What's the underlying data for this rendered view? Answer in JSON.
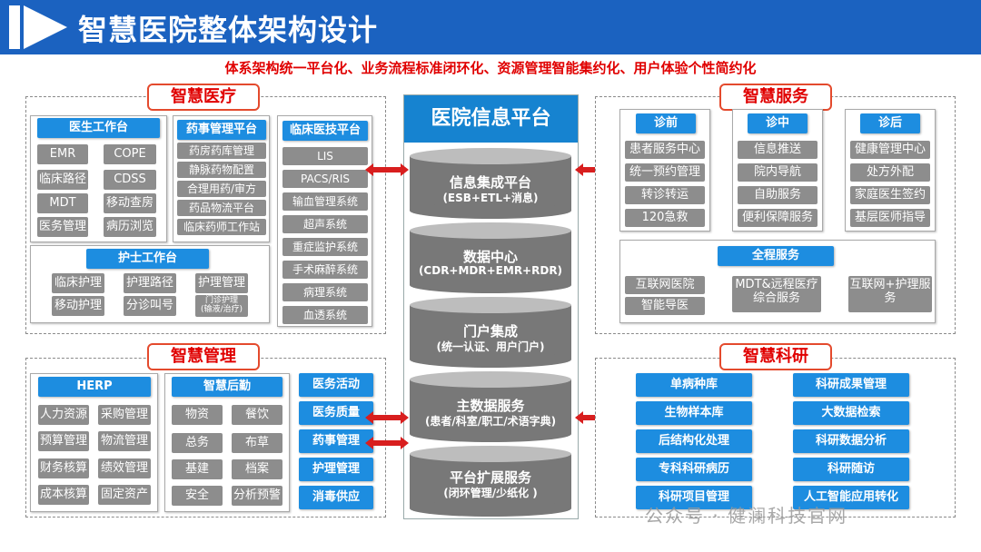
{
  "title": "智慧医院整体架构设计",
  "subtitle": "体系架构统一平台化、业务流程标准闭环化、资源管理智能集约化、用户体验个性简约化",
  "regions": {
    "medical": "智慧医疗",
    "service": "智慧服务",
    "management": "智慧管理",
    "research": "智慧科研"
  },
  "doctor": {
    "title": "医生工作台",
    "items": [
      "EMR",
      "COPE",
      "临床路径",
      "CDSS",
      "MDT",
      "移动查房",
      "医务管理",
      "病历浏览"
    ]
  },
  "pharmacy": {
    "title": "药事管理平台",
    "items": [
      "药房药库管理",
      "静脉药物配置",
      "合理用药/审方",
      "药品物流平台",
      "临床药师工作站"
    ]
  },
  "clinical": {
    "title": "临床医技平台",
    "items": [
      "LIS",
      "PACS/RIS",
      "输血管理系统",
      "超声系统",
      "重症监护系统",
      "手术麻醉系统",
      "病理系统",
      "血透系统"
    ]
  },
  "nurse": {
    "title": "护士工作台",
    "items": [
      "临床护理",
      "护理路径",
      "护理管理",
      "移动护理",
      "分诊叫号",
      "门诊护理\n(输液/治疗)"
    ]
  },
  "platform": {
    "title": "医院信息平台",
    "layers": [
      {
        "name": "信息集成平台",
        "sub": "(ESB+ETL+消息)"
      },
      {
        "name": "数据中心",
        "sub": "(CDR+MDR+EMR+RDR)"
      },
      {
        "name": "门户集成",
        "sub": "(统一认证、用户门户)"
      },
      {
        "name": "主数据服务",
        "sub": "(患者/科室/职工/术语字典)"
      },
      {
        "name": "平台扩展服务",
        "sub": "(闭环管理/少纸化 )"
      }
    ]
  },
  "service": {
    "pre": {
      "title": "诊前",
      "items": [
        "患者服务中心",
        "统一预约管理",
        "转诊转运",
        "120急救"
      ]
    },
    "mid": {
      "title": "诊中",
      "items": [
        "信息推送",
        "院内导航",
        "自助服务",
        "便利保障服务"
      ]
    },
    "post": {
      "title": "诊后",
      "items": [
        "健康管理中心",
        "处方外配",
        "家庭医生签约",
        "基层医师指导"
      ]
    },
    "full": {
      "title": "全程服务",
      "items": [
        "互联网医院",
        "智能导医",
        "MDT&远程医疗\n综合服务",
        "互联网+护理服\n务"
      ]
    }
  },
  "herp": {
    "title": "HERP",
    "items": [
      "人力资源",
      "采购管理",
      "预算管理",
      "物流管理",
      "财务核算",
      "绩效管理",
      "成本核算",
      "固定资产"
    ]
  },
  "logistics": {
    "title": "智慧后勤",
    "items": [
      "物资",
      "餐饮",
      "总务",
      "布草",
      "基建",
      "档案",
      "安全",
      "分析预警"
    ]
  },
  "management_list": [
    "医务活动",
    "医务质量",
    "药事管理",
    "护理管理",
    "消毒供应"
  ],
  "research": {
    "left": [
      "单病种库",
      "生物样本库",
      "后结构化处理",
      "专科科研病历",
      "科研项目管理"
    ],
    "right": [
      "科研成果管理",
      "大数据检索",
      "科研数据分析",
      "科研随访",
      "人工智能应用转化"
    ]
  },
  "watermark": "公众号 · 健澜科技官网",
  "colors": {
    "header": "#1b62c0",
    "panel_blue": "#1d8de0",
    "chip_gray": "#8d8d8d",
    "label_red": "#e00000",
    "arrow_red": "#d81e1e"
  }
}
